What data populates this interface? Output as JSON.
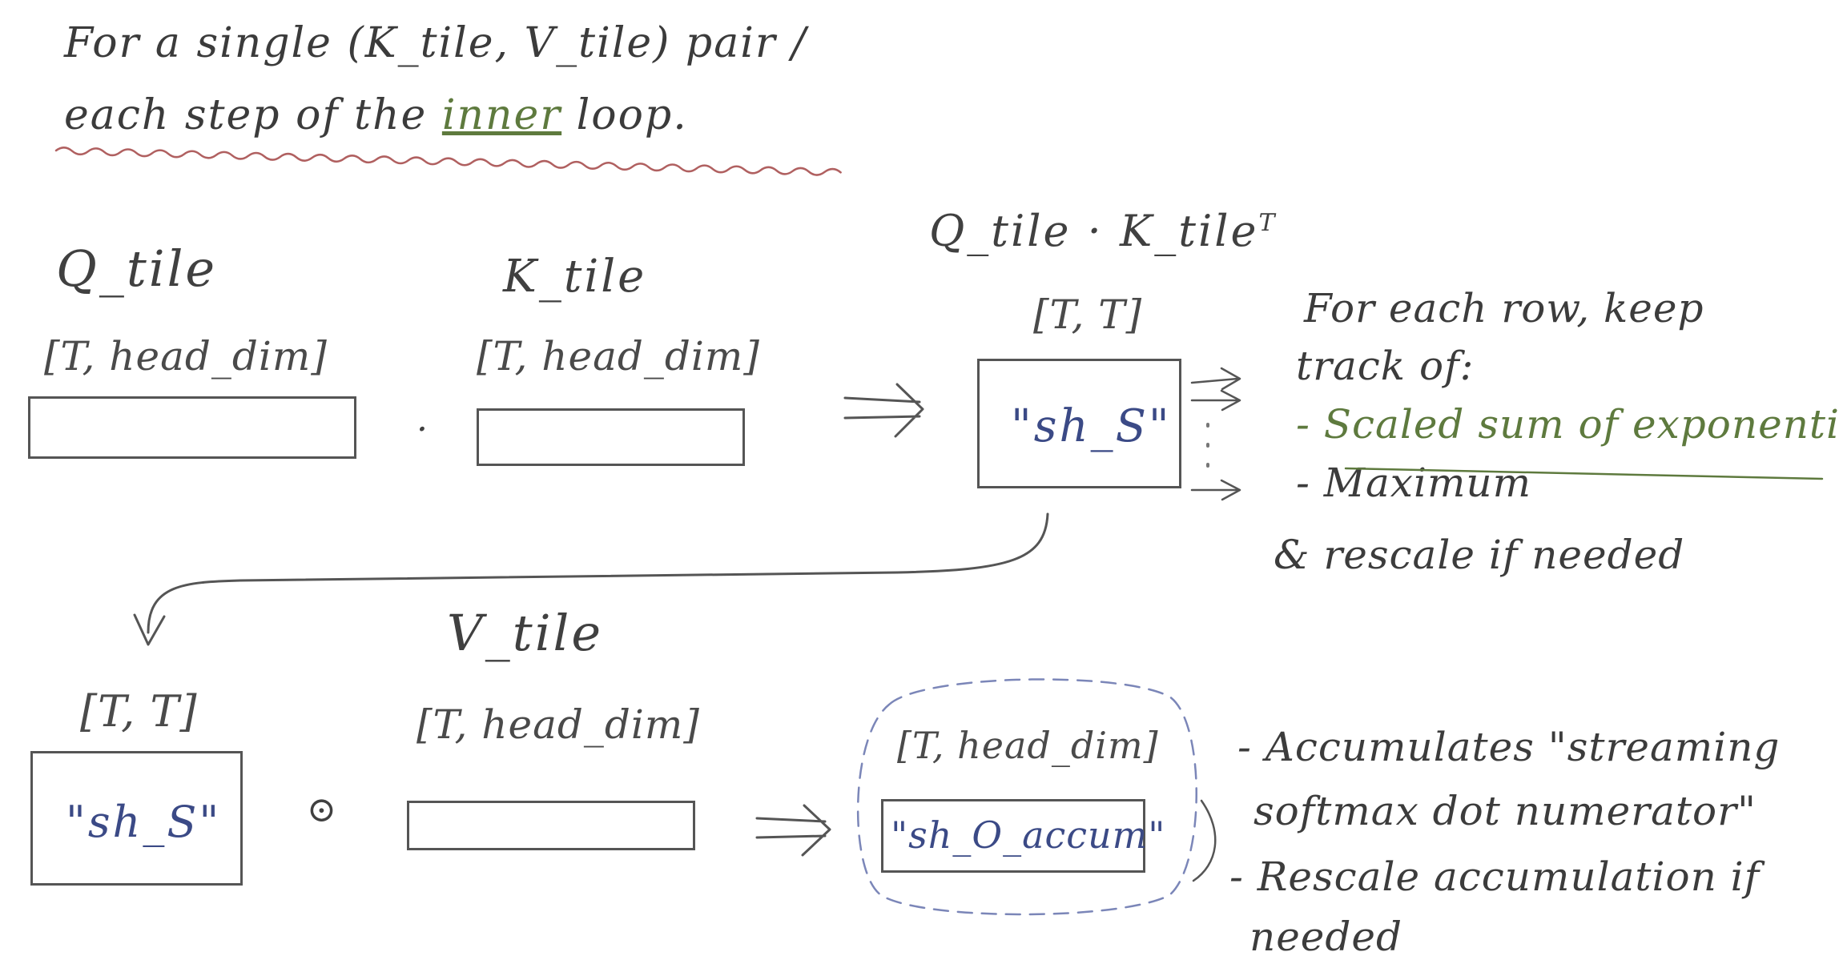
{
  "header": {
    "line1": "For a single (K_tile, V_tile) pair /",
    "line2_prefix": "each step of the",
    "line2_highlight": "inner",
    "line2_suffix": "loop."
  },
  "top_row": {
    "q_tile": {
      "label": "Q_tile",
      "dim": "[T, head_dim]"
    },
    "dot_symbol": "·",
    "k_tile": {
      "label": "K_tile",
      "dim": "[T, head_dim]"
    },
    "result": {
      "label": "Q_tile · K_tile",
      "label_superscript": "T",
      "dim": "[T, T]",
      "content": "\"sh_S\""
    },
    "notes": {
      "intro_line1": "For each row, keep",
      "intro_line2": "track of:",
      "item1": "- Scaled sum of exponentials",
      "item2": "- Maximum",
      "footer": "& rescale if needed"
    }
  },
  "bottom_row": {
    "s_tile": {
      "dim": "[T, T]",
      "content": "\"sh_S\""
    },
    "op_symbol": "⊙",
    "v_tile": {
      "label": "V_tile",
      "dim": "[T, head_dim]"
    },
    "accum": {
      "dim": "[T, head_dim]",
      "content": "\"sh_O_accum\""
    },
    "notes": {
      "item1_line1": "- Accumulates \"streaming",
      "item1_line2": "softmax dot numerator\"",
      "item2_line1": "- Rescale accumulation if",
      "item2_line2": "needed"
    }
  },
  "colors": {
    "ink": "#3a3a3a",
    "blue_ink": "#3b4a86",
    "green_ink": "#5e7a3e",
    "red_underline": "#b06060",
    "dashed_circle": "#7b86b8"
  }
}
